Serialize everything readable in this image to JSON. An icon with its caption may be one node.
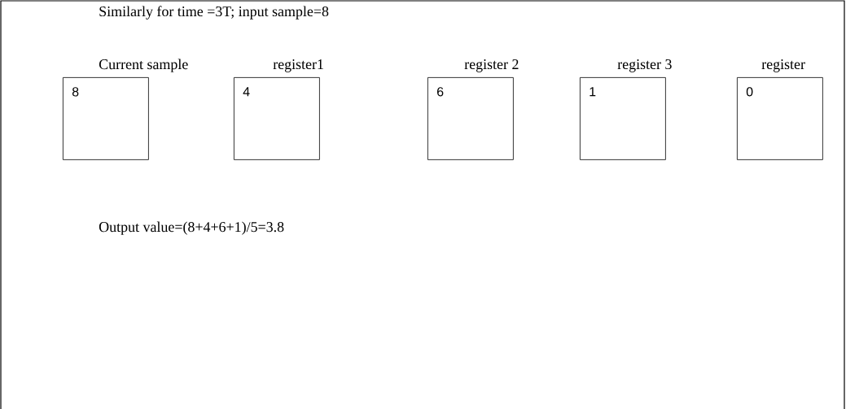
{
  "diagram": {
    "nodes": [
      {
        "text": [
          "8"
        ],
        "beside": [
          "Current sample"
        ]
      },
      {
        "text": [
          "4"
        ],
        "beside": [
          "register1"
        ]
      },
      {
        "text": [
          "6"
        ],
        "beside": [
          "register 2"
        ]
      },
      {
        "text": [
          "1"
        ],
        "beside": [
          "register 3"
        ]
      },
      {
        "text": [
          "0"
        ],
        "beside": [
          "register"
        ]
      }
    ],
    "labels": [
      "Similarly for time =3T; input sample=8",
      "Output value=(8+4+6+1)/5=3.8"
    ]
  }
}
